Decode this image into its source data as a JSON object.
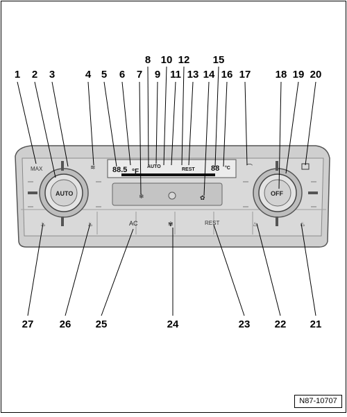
{
  "callouts": {
    "top": [
      "1",
      "2",
      "3",
      "4",
      "5",
      "6",
      "7",
      "8",
      "9",
      "10",
      "11",
      "12",
      "13",
      "14",
      "15",
      "16",
      "17",
      "18",
      "19",
      "20"
    ],
    "bottom": [
      "27",
      "26",
      "25",
      "24",
      "23",
      "22",
      "21"
    ]
  },
  "panel": {
    "left_knob_label": "AUTO",
    "right_knob_label": "OFF",
    "ac_label": "AC",
    "rest_label": "REST",
    "max_label": "MAX",
    "display_left_temp": "88.5",
    "display_unit": "°F",
    "display_auto": "AUTO",
    "display_rest": "REST",
    "display_right_temp": "88",
    "display_right_unit": "°C",
    "display_mode": "AUTO"
  },
  "reference_code": "N87-10707"
}
